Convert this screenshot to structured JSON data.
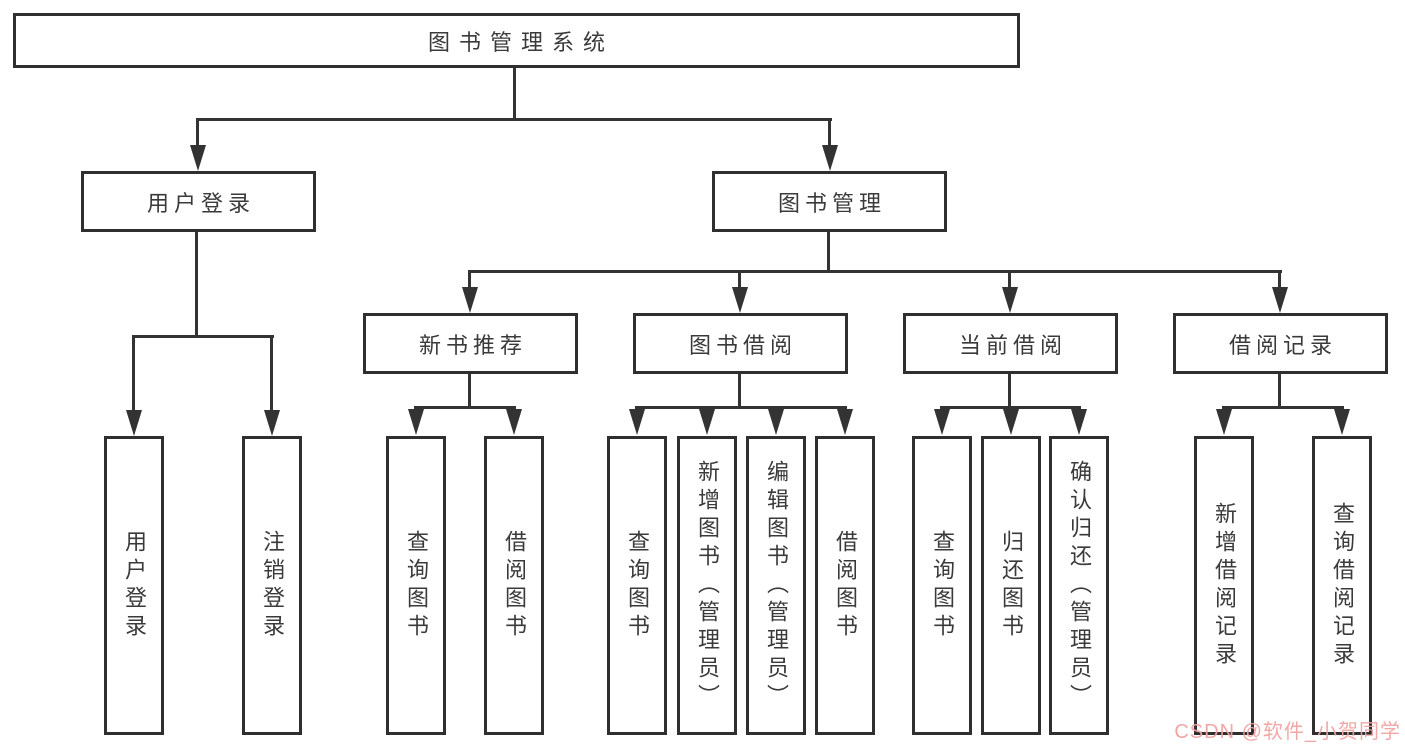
{
  "diagram": {
    "nodes": {
      "root": "图书管理系统",
      "user_login": "用户登录",
      "book_mgmt": "图书管理",
      "new_books": "新书推荐",
      "borrow": "图书借阅",
      "current": "当前借阅",
      "records": "借阅记录"
    },
    "leaves": {
      "user_login": [
        "用户登录",
        "注销登录"
      ],
      "new_books": [
        "查询图书",
        "借阅图书"
      ],
      "borrow": [
        "查询图书",
        "新增图书（管理员）",
        "编辑图书（管理员）",
        "借阅图书"
      ],
      "current": [
        "查询图书",
        "归还图书",
        "确认归还（管理员）"
      ],
      "records": [
        "新增借阅记录",
        "查询借阅记录"
      ]
    },
    "colors": {
      "line": "#333333",
      "border": "#2f2f2f",
      "text": "#3a3a3a",
      "background": "#ffffff",
      "watermark": "#f1a2a2"
    },
    "watermark": "CSDN @软件_小贺同学"
  }
}
